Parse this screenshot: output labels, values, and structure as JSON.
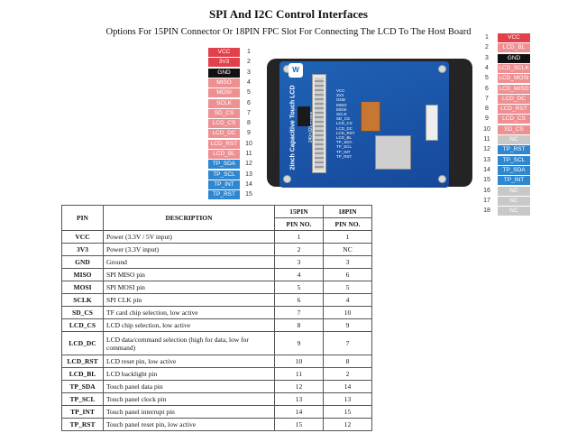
{
  "title": "SPI And I2C Control Interfaces",
  "subtitle": "Options For 15PIN Connector Or 18PIN FPC Slot For Connecting The LCD To The Host Board",
  "colors": {
    "red": "#e2414b",
    "pink": "#ee8f92",
    "black": "#111111",
    "blue": "#2f87d0",
    "gray": "#c8c8c8",
    "pcb": "#1f63b7"
  },
  "board": {
    "name": "2inch Capacitive Touch LCD",
    "resolution": "240×320 Pixels",
    "silkscreen": [
      "VCC",
      "3V3",
      "GND",
      "MISO",
      "MOSI",
      "SCLK",
      "SD_CS",
      "LCD_CS",
      "LCD_DC",
      "LCD_RST",
      "LCD_BL",
      "TP_SDA",
      "TP_SCL",
      "TP_INT",
      "TP_RST"
    ]
  },
  "pins15": [
    {
      "label": "VCC",
      "num": "1",
      "color": "red"
    },
    {
      "label": "3V3",
      "num": "2",
      "color": "red"
    },
    {
      "label": "GND",
      "num": "3",
      "color": "black"
    },
    {
      "label": "MISO",
      "num": "4",
      "color": "pink"
    },
    {
      "label": "MOSI",
      "num": "5",
      "color": "pink"
    },
    {
      "label": "SCLK",
      "num": "6",
      "color": "pink"
    },
    {
      "label": "SD_CS",
      "num": "7",
      "color": "pink"
    },
    {
      "label": "LCD_CS",
      "num": "8",
      "color": "pink"
    },
    {
      "label": "LCD_DC",
      "num": "9",
      "color": "pink"
    },
    {
      "label": "LCD_RST",
      "num": "10",
      "color": "pink"
    },
    {
      "label": "LCD_BL",
      "num": "11",
      "color": "pink"
    },
    {
      "label": "TP_SDA",
      "num": "12",
      "color": "blue"
    },
    {
      "label": "TP_SCL",
      "num": "13",
      "color": "blue"
    },
    {
      "label": "TP_INT",
      "num": "14",
      "color": "blue"
    },
    {
      "label": "TP_RST",
      "num": "15",
      "color": "blue"
    }
  ],
  "pins18": [
    {
      "label": "VCC",
      "num": "1",
      "color": "red"
    },
    {
      "label": "LCD_BL",
      "num": "2",
      "color": "pink"
    },
    {
      "label": "GND",
      "num": "3",
      "color": "black"
    },
    {
      "label": "LCD_SCLK",
      "num": "4",
      "color": "pink"
    },
    {
      "label": "LCD_MOSI",
      "num": "5",
      "color": "pink"
    },
    {
      "label": "LCD_MISO",
      "num": "6",
      "color": "pink"
    },
    {
      "label": "LCD_DC",
      "num": "7",
      "color": "pink"
    },
    {
      "label": "LCD_RST",
      "num": "8",
      "color": "pink"
    },
    {
      "label": "LCD_CS",
      "num": "9",
      "color": "pink"
    },
    {
      "label": "SD_CS",
      "num": "10",
      "color": "pink"
    },
    {
      "label": "NC",
      "num": "11",
      "color": "gray"
    },
    {
      "label": "TP_RST",
      "num": "12",
      "color": "blue"
    },
    {
      "label": "TP_SCL",
      "num": "13",
      "color": "blue"
    },
    {
      "label": "TP_SDA",
      "num": "14",
      "color": "blue"
    },
    {
      "label": "TP_INT",
      "num": "15",
      "color": "blue"
    },
    {
      "label": "NC",
      "num": "16",
      "color": "gray"
    },
    {
      "label": "NC",
      "num": "17",
      "color": "gray"
    },
    {
      "label": "NC",
      "num": "18",
      "color": "gray"
    }
  ],
  "table": {
    "headers": {
      "pin": "PIN",
      "description": "DESCRIPTION",
      "col15_top": "15PIN",
      "col15_bottom": "PIN NO.",
      "col18_top": "18PIN",
      "col18_bottom": "PIN NO."
    },
    "rows": [
      {
        "pin": "VCC",
        "desc": "Power (3.3V / 5V input)",
        "p15": "1",
        "p18": "1"
      },
      {
        "pin": "3V3",
        "desc": "Power (3.3V input)",
        "p15": "2",
        "p18": "NC"
      },
      {
        "pin": "GND",
        "desc": "Ground",
        "p15": "3",
        "p18": "3"
      },
      {
        "pin": "MISO",
        "desc": "SPI MISO pin",
        "p15": "4",
        "p18": "6"
      },
      {
        "pin": "MOSI",
        "desc": "SPI MOSI pin",
        "p15": "5",
        "p18": "5"
      },
      {
        "pin": "SCLK",
        "desc": "SPI CLK pin",
        "p15": "6",
        "p18": "4"
      },
      {
        "pin": "SD_CS",
        "desc": "TF card chip selection, low active",
        "p15": "7",
        "p18": "10"
      },
      {
        "pin": "LCD_CS",
        "desc": "LCD chip selection, low active",
        "p15": "8",
        "p18": "9"
      },
      {
        "pin": "LCD_DC",
        "desc": "LCD data/command selection (high for data, low for command)",
        "p15": "9",
        "p18": "7",
        "tall": true
      },
      {
        "pin": "LCD_RST",
        "desc": "LCD reset pin, low active",
        "p15": "10",
        "p18": "8"
      },
      {
        "pin": "LCD_BL",
        "desc": "LCD backlight pin",
        "p15": "11",
        "p18": "2"
      },
      {
        "pin": "TP_SDA",
        "desc": "Touch panel data pin",
        "p15": "12",
        "p18": "14"
      },
      {
        "pin": "TP_SCL",
        "desc": "Touch panel clock pin",
        "p15": "13",
        "p18": "13"
      },
      {
        "pin": "TP_INT",
        "desc": "Touch panel interrupt pin",
        "p15": "14",
        "p18": "15"
      },
      {
        "pin": "TP_RST",
        "desc": "Touch panel reset pin, low active",
        "p15": "15",
        "p18": "12"
      }
    ]
  }
}
